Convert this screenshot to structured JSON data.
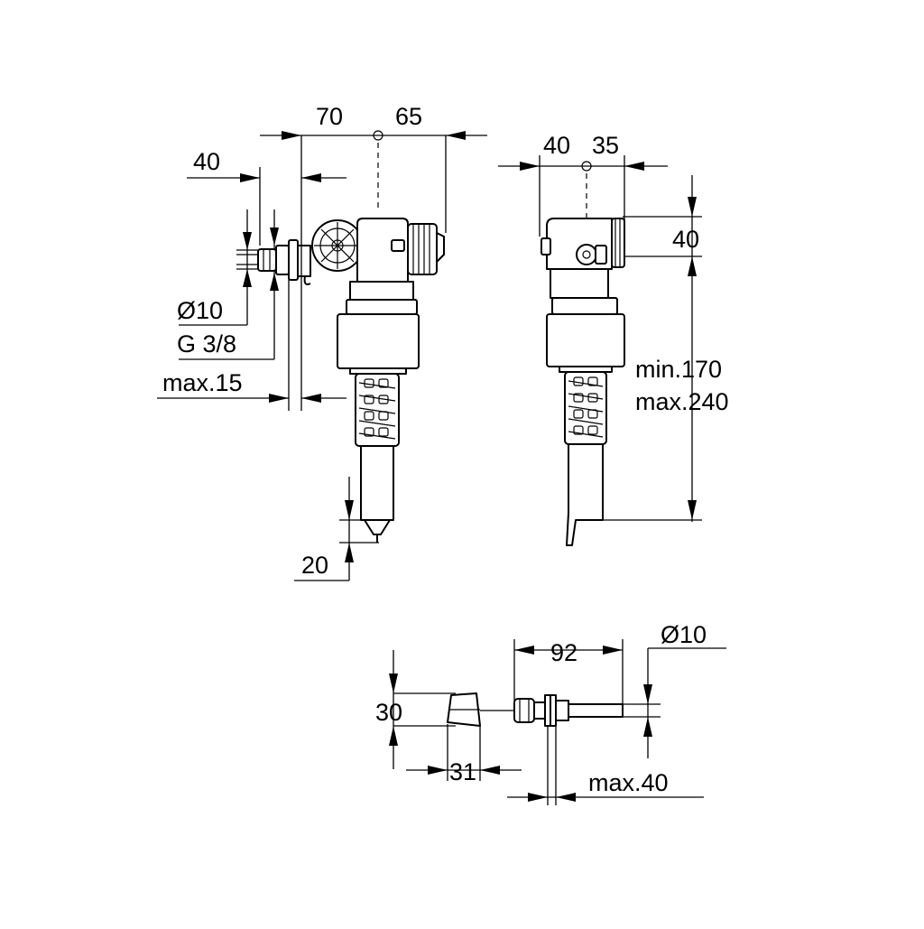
{
  "dimensions": {
    "side_view": {
      "dim_70": "70",
      "dim_65": "65",
      "dim_40": "40",
      "dim_dia10": "Ø10",
      "dim_thread": "G 3/8",
      "dim_max15": "max.15",
      "dim_20": "20"
    },
    "front_view": {
      "dim_40_left": "40",
      "dim_35": "35",
      "dim_40_height": "40",
      "dim_min": "min.170",
      "dim_max": "max.240"
    },
    "connector_view": {
      "dim_92": "92",
      "dim_dia10": "Ø10",
      "dim_30": "30",
      "dim_31": "31",
      "dim_max40": "max.40"
    }
  }
}
